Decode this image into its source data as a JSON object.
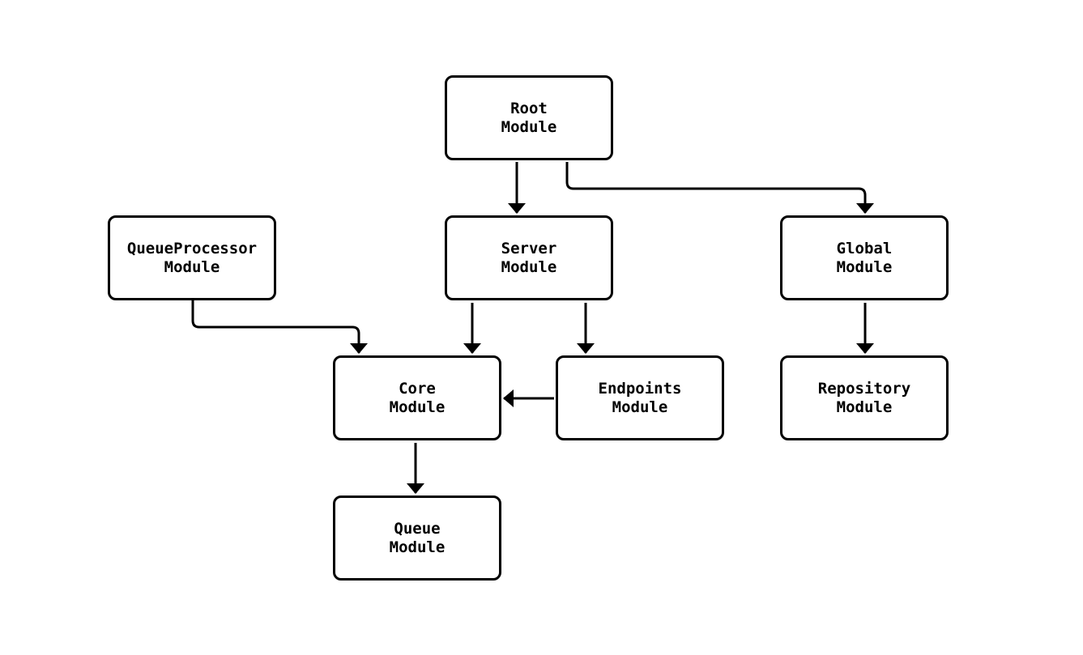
{
  "diagram": {
    "type": "flowchart",
    "direction": "top-down",
    "nodes": [
      {
        "id": "root",
        "line1": "Root",
        "line2": "Module"
      },
      {
        "id": "queueprocessor",
        "line1": "QueueProcessor",
        "line2": "Module"
      },
      {
        "id": "server",
        "line1": "Server",
        "line2": "Module"
      },
      {
        "id": "global",
        "line1": "Global",
        "line2": "Module"
      },
      {
        "id": "core",
        "line1": "Core",
        "line2": "Module"
      },
      {
        "id": "endpoints",
        "line1": "Endpoints",
        "line2": "Module"
      },
      {
        "id": "repository",
        "line1": "Repository",
        "line2": "Module"
      },
      {
        "id": "queue",
        "line1": "Queue",
        "line2": "Module"
      }
    ],
    "edges": [
      {
        "from": "Root Module",
        "to": "Server Module"
      },
      {
        "from": "Root Module",
        "to": "Global Module"
      },
      {
        "from": "QueueProcessor Module",
        "to": "Core Module"
      },
      {
        "from": "Server Module",
        "to": "Core Module"
      },
      {
        "from": "Server Module",
        "to": "Endpoints Module"
      },
      {
        "from": "Endpoints Module",
        "to": "Core Module"
      },
      {
        "from": "Global Module",
        "to": "Repository Module"
      },
      {
        "from": "Core Module",
        "to": "Queue Module"
      }
    ],
    "colors": {
      "background": "#ffffff",
      "node_fill": "#ffffff",
      "node_border": "#000000",
      "edge": "#000000",
      "text": "#000000"
    }
  }
}
